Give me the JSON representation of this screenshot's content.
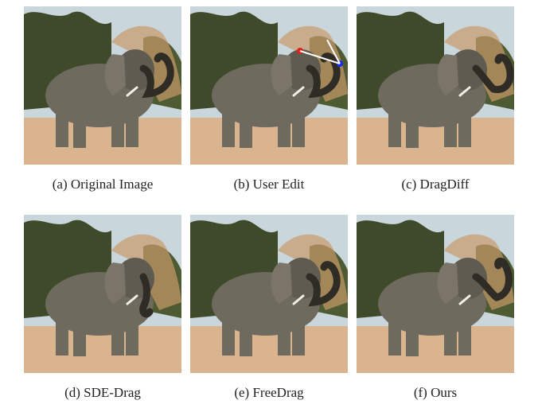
{
  "figure": {
    "panels": [
      {
        "id": "a",
        "caption": "(a) Original Image",
        "trunk": "curled-up"
      },
      {
        "id": "b",
        "caption": "(b) User Edit",
        "trunk": "curled-up",
        "drag_handle_color": "#e02020",
        "drag_target_color": "#1a2cff"
      },
      {
        "id": "c",
        "caption": "(c) DragDiff",
        "trunk": "curled-right"
      },
      {
        "id": "d",
        "caption": "(d) SDE-Drag",
        "trunk": "down"
      },
      {
        "id": "e",
        "caption": "(e) FreeDrag",
        "trunk": "curled-up"
      },
      {
        "id": "f",
        "caption": "(f) Ours",
        "trunk": "raised-right"
      }
    ]
  },
  "colors": {
    "sky": "#c9d6dc",
    "ground": "#d9b48f",
    "elephant": "#6e6a5e",
    "dust": "#c89a6a",
    "trees": "#3f4a2a"
  }
}
